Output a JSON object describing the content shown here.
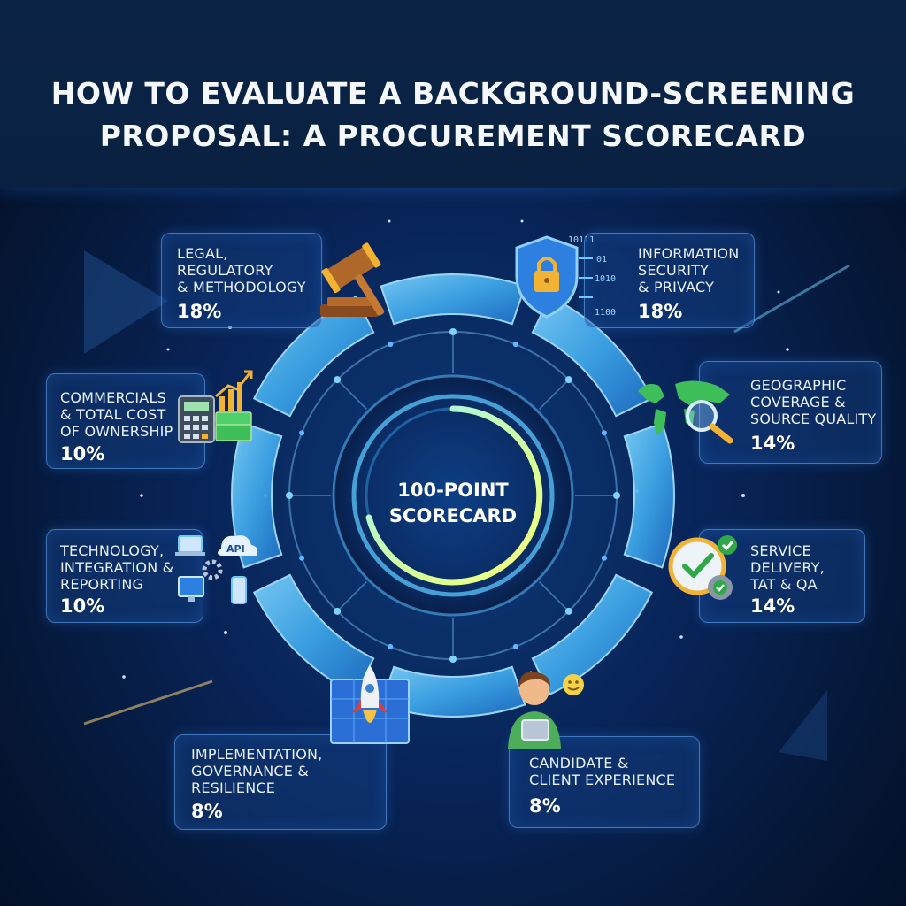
{
  "title": "HOW TO EVALUATE A BACKGROUND-SCREENING PROPOSAL: A PROCUREMENT SCORECARD",
  "center": {
    "label": "100-POINT\nSCORECARD"
  },
  "categories": [
    {
      "label": "LEGAL,\nREGULATORY\n& METHODOLOGY",
      "value": "18%",
      "icon": "gavel-icon"
    },
    {
      "label": "INFORMATION\nSECURITY\n& PRIVACY",
      "value": "18%",
      "icon": "shield-lock-icon"
    },
    {
      "label": "GEOGRAPHIC\nCOVERAGE &\nSOURCE QUALITY",
      "value": "14%",
      "icon": "world-map-magnifier-icon"
    },
    {
      "label": "SERVICE\nDELIVERY,\nTAT & QA",
      "value": "14%",
      "icon": "clock-check-icon"
    },
    {
      "label": "CANDIDATE &\nCLIENT EXPERIENCE",
      "value": "8%",
      "icon": "user-tablet-icon"
    },
    {
      "label": "IMPLEMENTATION,\nGOVERNANCE &\nRESILIENCE",
      "value": "8%",
      "icon": "rocket-blueprint-icon"
    },
    {
      "label": "TECHNOLOGY,\nINTEGRATION &\nREPORTING",
      "value": "10%",
      "icon": "devices-api-icon"
    },
    {
      "label": "COMMERCIALS\n& TOTAL COST\nOF OWNERSHIP",
      "value": "10%",
      "icon": "calculator-money-icon"
    }
  ],
  "icon_text": {
    "api": "API",
    "binary": [
      "10111",
      "01",
      "1010",
      "1100"
    ]
  },
  "colors": {
    "accent": "#4fc3ff",
    "segment": "#3fa9ec",
    "gold": "#f2b233",
    "green": "#3fbf5a"
  }
}
